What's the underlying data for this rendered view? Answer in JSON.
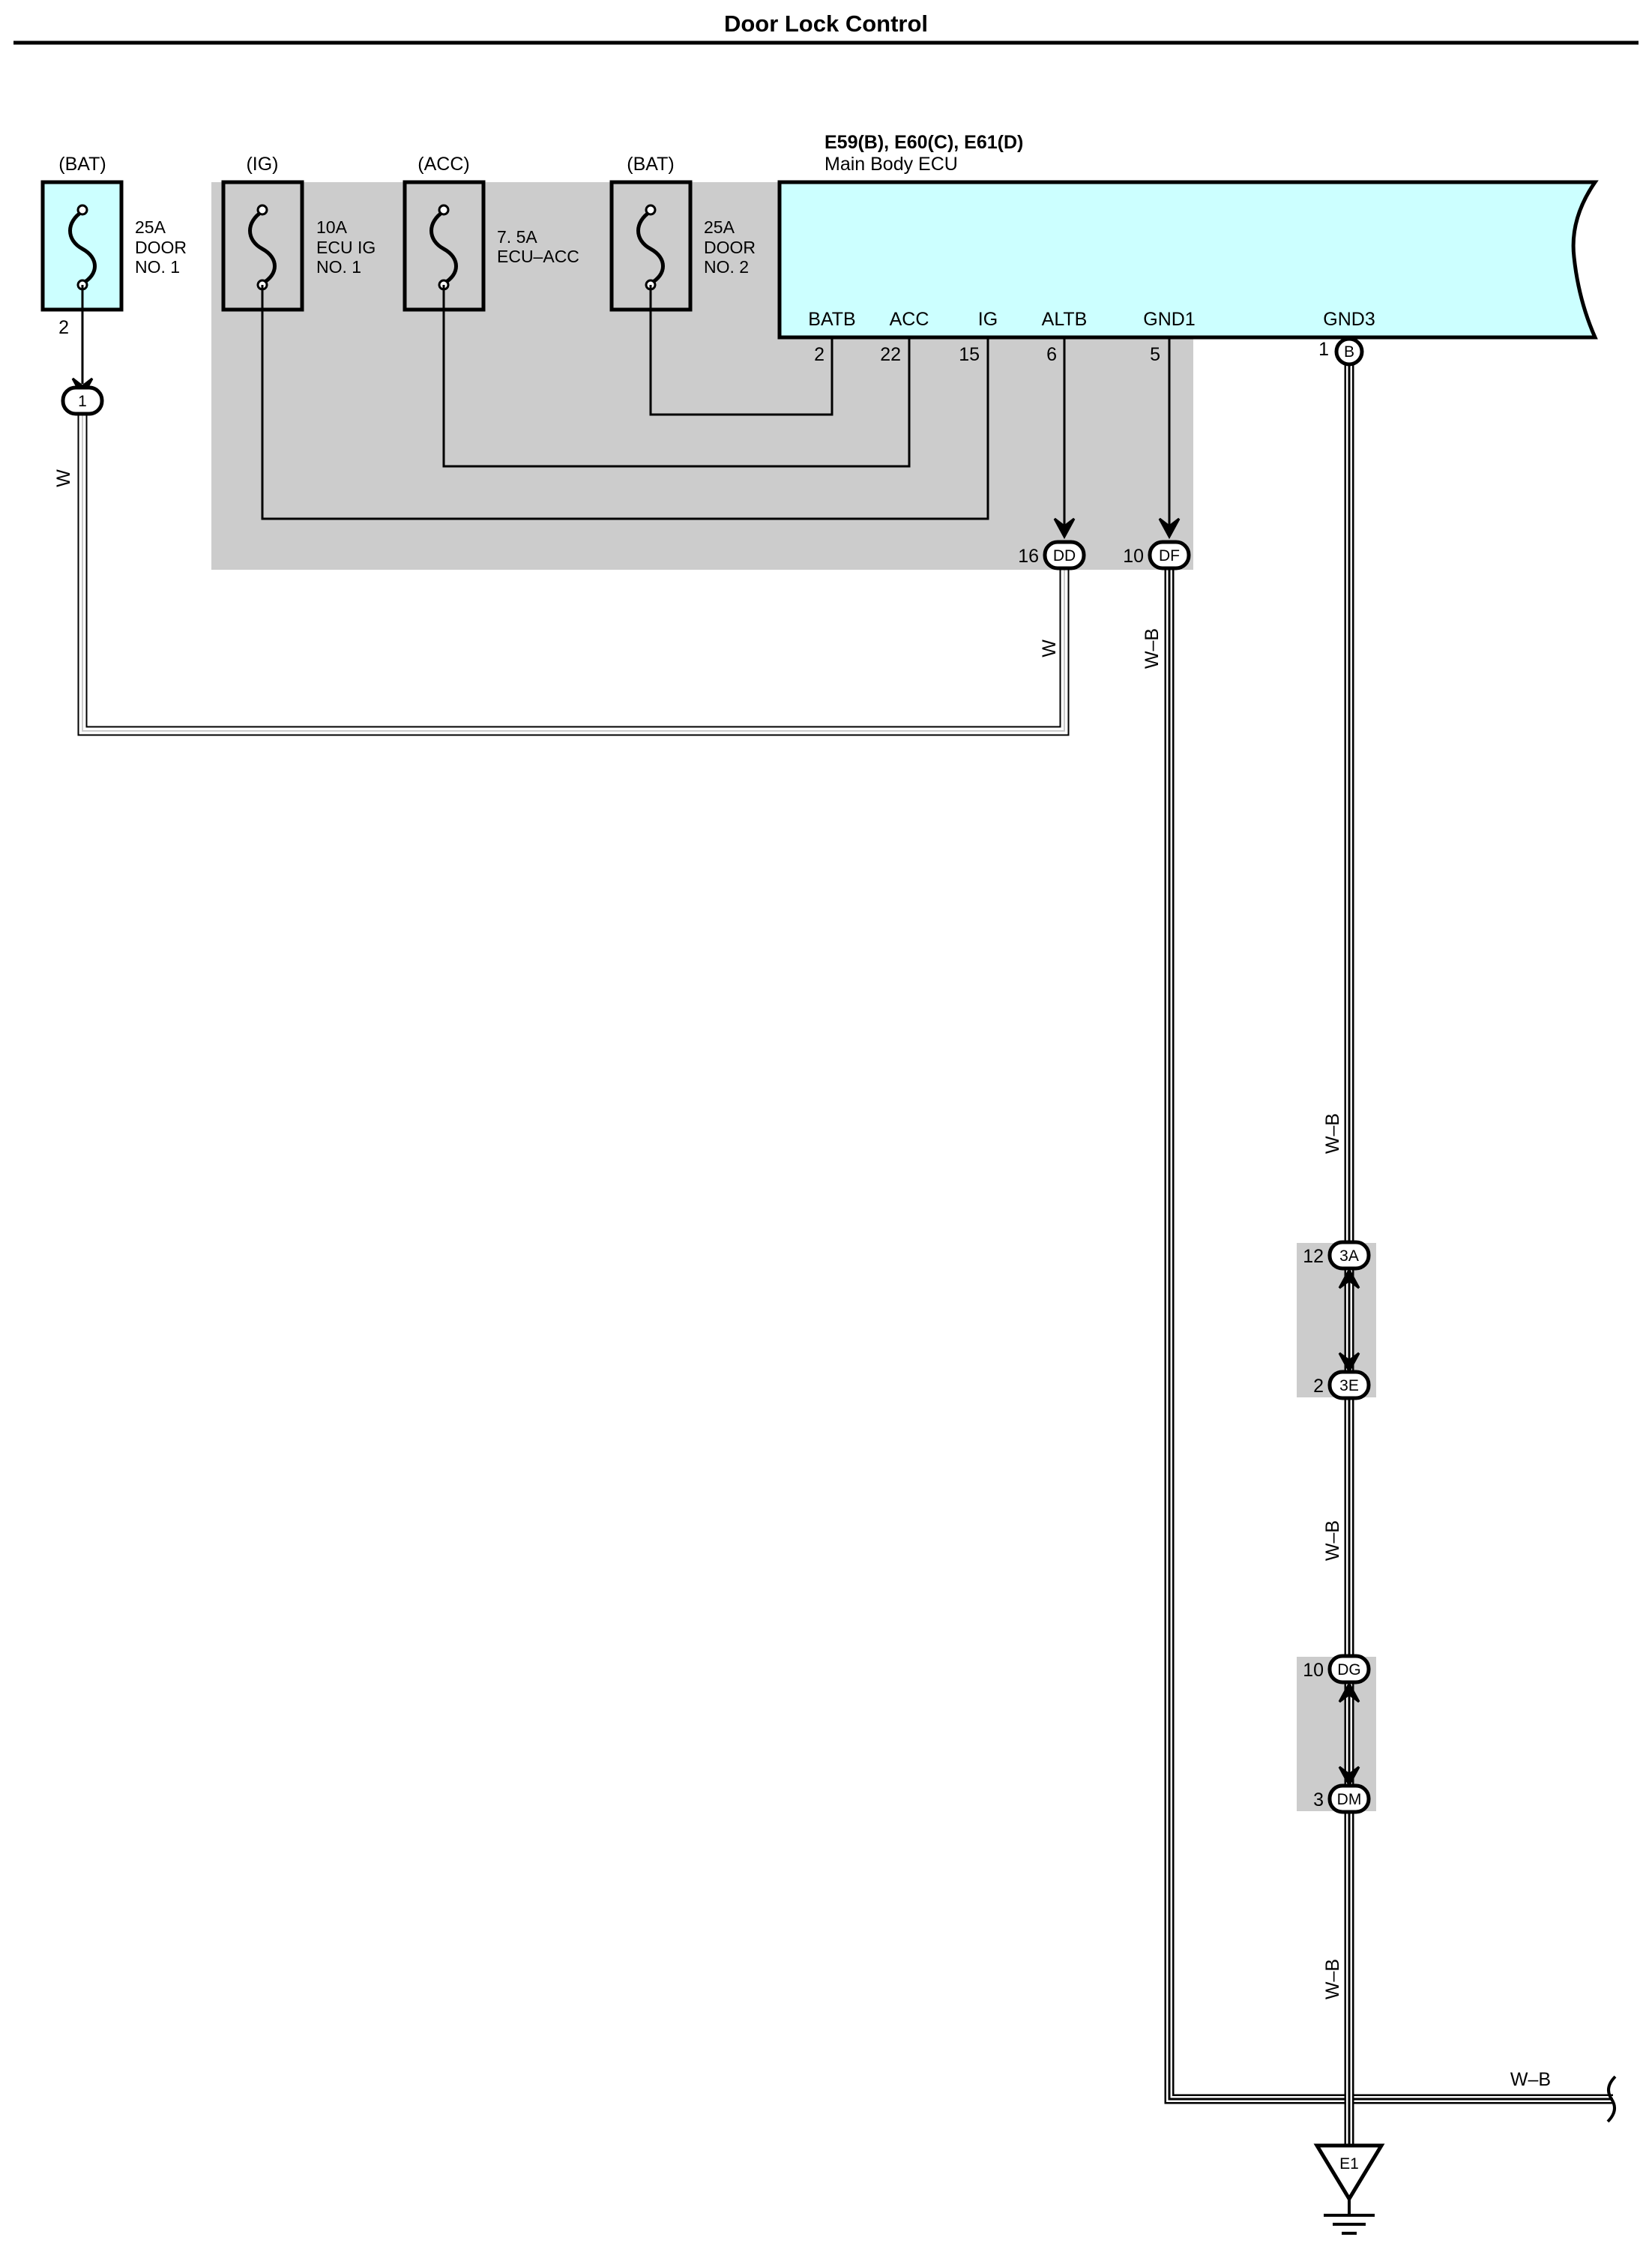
{
  "title": "Door Lock Control",
  "ecu": {
    "connectors": "E59(B), E60(C), E61(D)",
    "name": "Main Body ECU",
    "terminals": [
      {
        "name": "BATB",
        "pin": "2"
      },
      {
        "name": "ACC",
        "pin": "22"
      },
      {
        "name": "IG",
        "pin": "15"
      },
      {
        "name": "ALTB",
        "pin": "6"
      },
      {
        "name": "GND1",
        "pin": "5"
      },
      {
        "name": "GND3",
        "pin": "1"
      }
    ],
    "gnd3_connector": "B"
  },
  "fuses": [
    {
      "source": "(BAT)",
      "rating": "25A",
      "line1": "DOOR",
      "line2": "NO. 1",
      "pin": "2"
    },
    {
      "source": "(IG)",
      "rating": "10A",
      "line1": "ECU IG",
      "line2": "NO. 1"
    },
    {
      "source": "(ACC)",
      "rating": "7. 5A",
      "line1": "ECU–ACC",
      "line2": ""
    },
    {
      "source": "(BAT)",
      "rating": "25A",
      "line1": "DOOR",
      "line2": "NO. 2"
    }
  ],
  "connectors": {
    "c1": {
      "id": "1"
    },
    "dd": {
      "id": "DD",
      "pin": "16"
    },
    "df": {
      "id": "DF",
      "pin": "10"
    },
    "c3a": {
      "id": "3A",
      "pin": "12"
    },
    "c3e": {
      "id": "3E",
      "pin": "2"
    },
    "dg": {
      "id": "DG",
      "pin": "10"
    },
    "dm": {
      "id": "DM",
      "pin": "3"
    }
  },
  "wires": {
    "w_left": "W",
    "w_mid": "W",
    "wb_df": "W–B",
    "wb_1": "W–B",
    "wb_2": "W–B",
    "wb_3": "W–B",
    "wb_right": "W–B"
  },
  "ground": {
    "id": "E1"
  },
  "colors": {
    "ecu_fill": "#ccffff",
    "fuse_fill": "#ccffff",
    "shade": "#cccccc",
    "wire": "#000000"
  }
}
